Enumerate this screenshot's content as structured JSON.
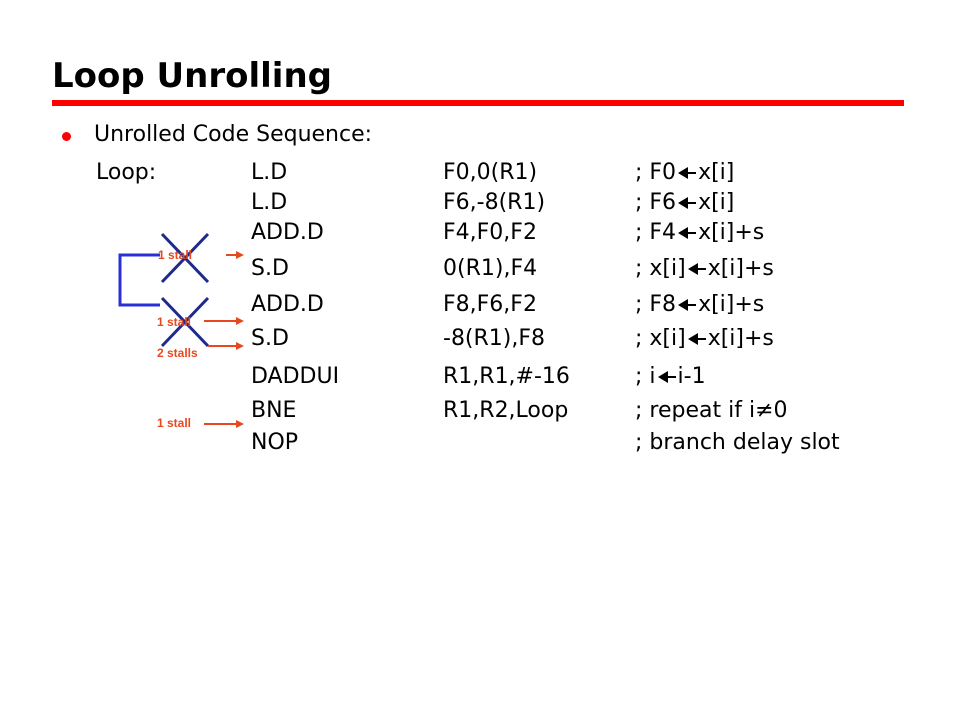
{
  "title": "Loop Unrolling",
  "bullet": "Unrolled Code Sequence:",
  "code": [
    {
      "label": "Loop:",
      "op": "L.D",
      "args": "F0,0(R1)",
      "comment": "; F0",
      "comment_after": " x[i]",
      "has_arrow": true
    },
    {
      "label": "",
      "op": "L.D",
      "args": "F6,-8(R1)",
      "comment": "; F6 ",
      "comment_after": " x[i]",
      "has_arrow": true
    },
    {
      "label": "",
      "op": "ADD.D",
      "args": "F4,F0,F2",
      "comment": "; F4",
      "comment_after": " x[i]+s",
      "has_arrow": true
    },
    {
      "label": "",
      "op": "S.D",
      "args": "0(R1),F4",
      "comment": "; x[i]",
      "comment_after": " x[i]+s",
      "has_arrow": true
    },
    {
      "label": "",
      "op": "ADD.D",
      "args": "F8,F6,F2",
      "comment": "; F8 ",
      "comment_after": " x[i]+s",
      "has_arrow": true
    },
    {
      "label": "",
      "op": "S.D",
      "args": "-8(R1),F8",
      "comment": "; x[i]",
      "comment_after": " x[i]+s",
      "has_arrow": true
    },
    {
      "label": "",
      "op": "DADDUI",
      "args": "R1,R1,#-16",
      "comment": "; i",
      "comment_after": " i-1",
      "has_arrow": true
    },
    {
      "label": "",
      "op": "BNE",
      "args": "R1,R2,Loop",
      "comment": "; repeat if i≠0",
      "comment_after": "",
      "has_arrow": false
    },
    {
      "label": "",
      "op": "NOP",
      "args": "",
      "comment": "; branch delay slot",
      "comment_after": "",
      "has_arrow": false
    }
  ],
  "stalls": [
    "1 stall",
    "1 stall",
    "2 stalls",
    "1 stall"
  ],
  "colors": {
    "accent_red": "#ff0000",
    "stall_orange": "#e8481f",
    "diagram_blue": "#2a2fd6",
    "cross_navy": "#1e2a8c"
  },
  "icons": {
    "bullet": "red-dot",
    "arrow": "left-arrow"
  }
}
